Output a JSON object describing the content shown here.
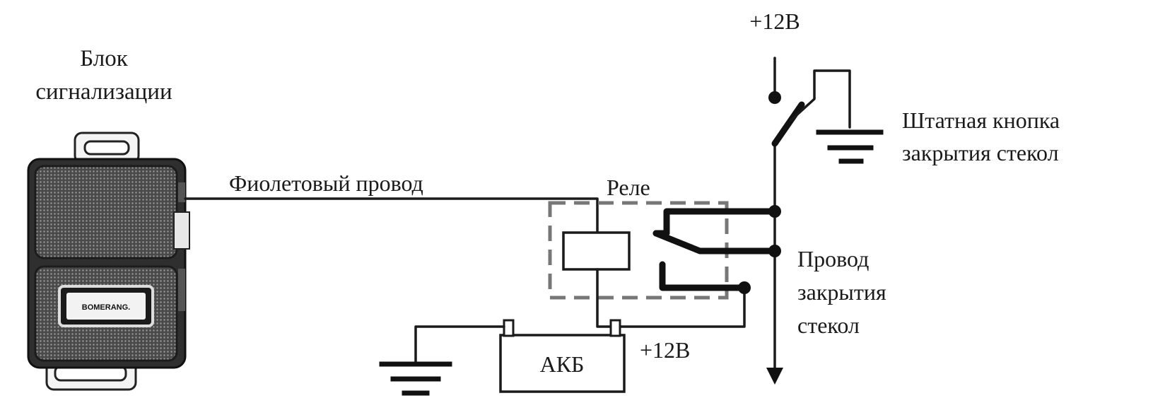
{
  "labels": {
    "alarm_unit_line1": "Блок",
    "alarm_unit_line2": "сигнализации",
    "wire": "Фиолетовый провод",
    "relay": "Реле",
    "battery": "АКБ",
    "plus12_top": "+12В",
    "plus12_battery": "+12В",
    "button_line1": "Штатная кнопка",
    "button_line2": "закрытия стекол",
    "close_wire_line1": "Провод",
    "close_wire_line2": "закрытия",
    "close_wire_line3": "стекол"
  },
  "alarm_unit": {
    "brand": "BOMERANG."
  },
  "colors": {
    "line": "#1a1a1a",
    "relay_border": "#777777",
    "unit_body": "#3b3b3b"
  }
}
